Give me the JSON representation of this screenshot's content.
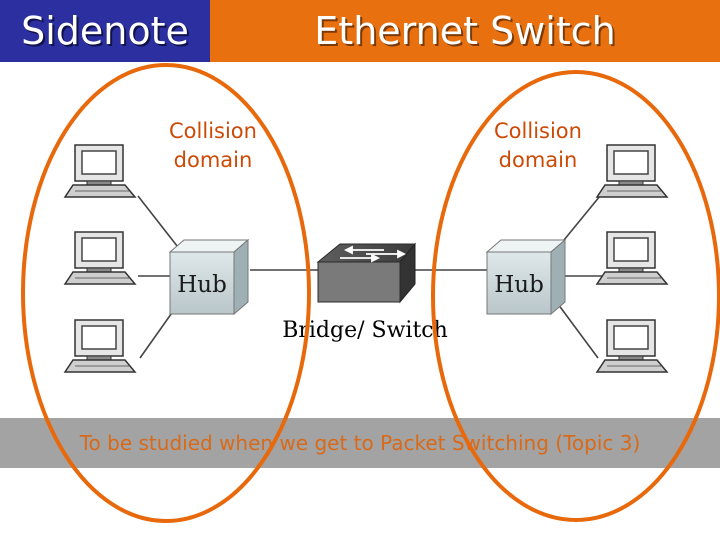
{
  "header": {
    "badge": "Sidenote",
    "title": "Ethernet Switch"
  },
  "diagram": {
    "collision_domain_left": [
      "Collision",
      "domain"
    ],
    "collision_domain_right": [
      "Collision",
      "domain"
    ],
    "hub_left_label": "Hub",
    "hub_right_label": "Hub",
    "bridge_label": "Bridge/ Switch"
  },
  "banner": {
    "text": "To be studied when we get to Packet Switching (Topic 3)"
  },
  "colors": {
    "header_orange": "#e8700f",
    "badge_blue": "#2b2fa0",
    "domain_text": "#cc4a05",
    "ellipse": "#e8690c",
    "banner_gray": "#a3a3a3"
  }
}
